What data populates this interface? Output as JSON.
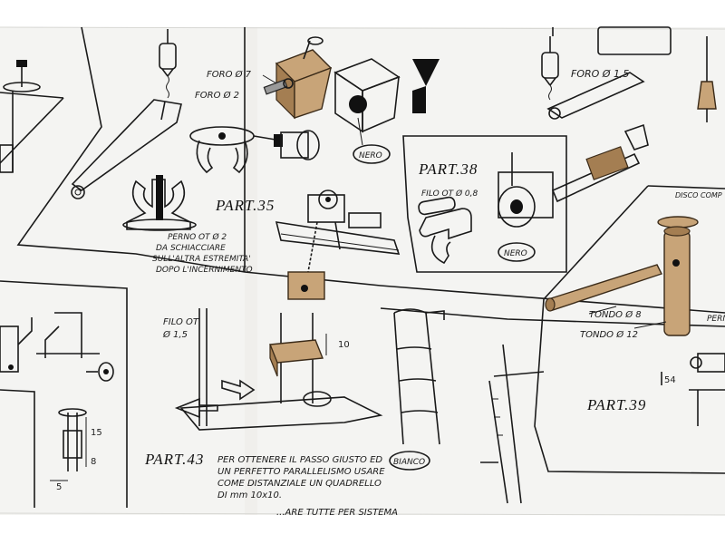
{
  "labels": {
    "foro7": "FORO Ø 7",
    "foro2": "FORO Ø 2",
    "foro15": "FORO Ø 1,5",
    "nero_top": "NERO",
    "part35": "PART.35",
    "part38": "PART.38",
    "filo08": "FILO OT Ø 0,8",
    "nero_38": "NERO",
    "disco": "DISCO COMP",
    "perno_note": [
      "PERNO OT Ø 2",
      "DA SCHIACCIARE",
      "SULL'ALTRA ESTREMITA'",
      "DOPO L'INCERNIMENTO"
    ],
    "filo15": [
      "FILO OT",
      "Ø 1,5"
    ],
    "dim10": "10",
    "tondo8": "TONDO Ø 8",
    "tondo12": "TONDO Ø 12",
    "perm": "PERM",
    "dim15": "15",
    "dim8": "8",
    "dim5": "5",
    "part43": "PART.43",
    "passo_note": [
      "PER OTTENERE IL PASSO GIUSTO ED",
      "UN PERFETTO PARALLELISMO USARE",
      "COME DISTANZIALE UN QUADRELLO",
      "DI mm 10x10."
    ],
    "bianco": "BIANCO",
    "part39": "PART.39",
    "dim54": "54",
    "bottom_note": "...ARE TUTTE  PER SISTEMA"
  },
  "colors": {
    "ink": "#1a1a1a",
    "wood": "#c8a478",
    "paper": "#ffffff"
  }
}
